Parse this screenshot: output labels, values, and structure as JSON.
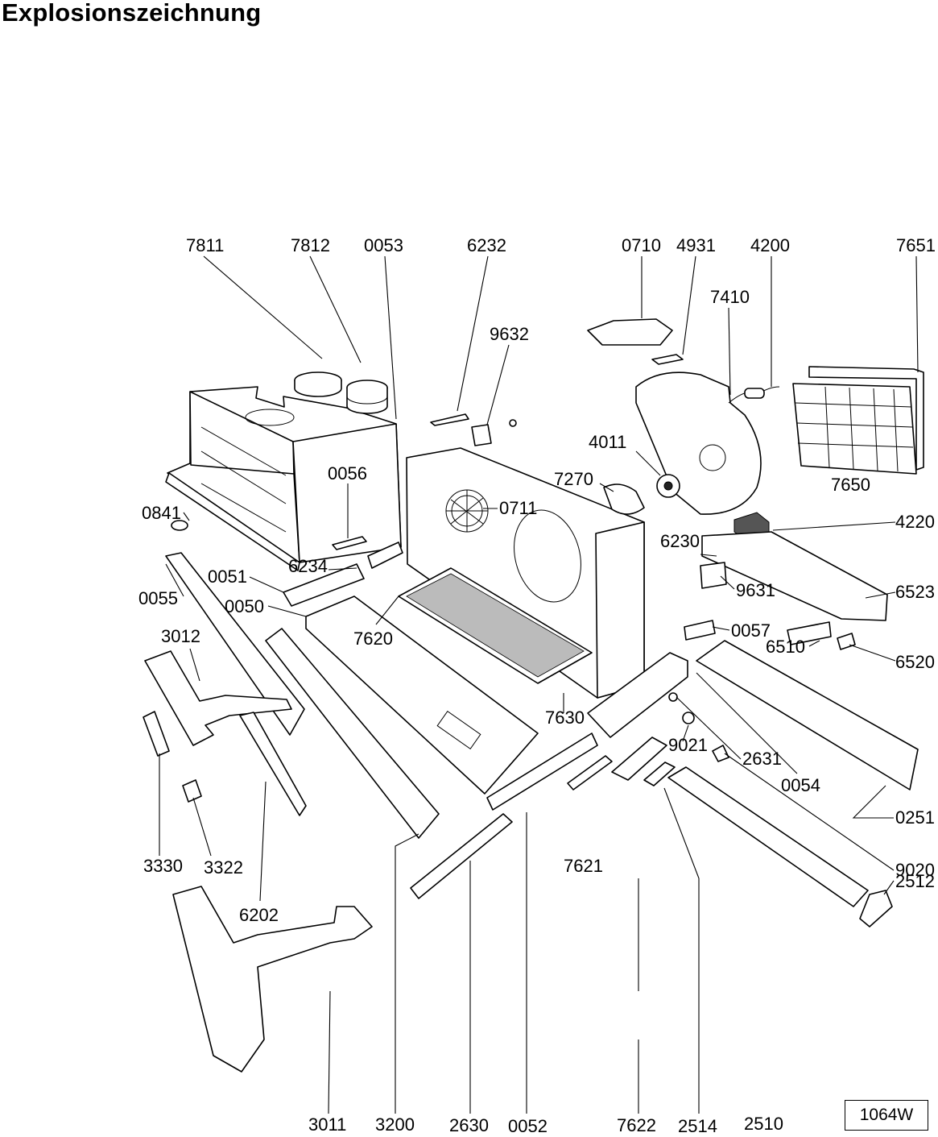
{
  "title": "Explosionszeichnung",
  "reference_code": "1064W",
  "part_labels": [
    "7811",
    "7812",
    "0053",
    "6232",
    "0710",
    "4931",
    "4200",
    "7651",
    "7410",
    "9632",
    "4011",
    "7270",
    "0711",
    "0056",
    "0841",
    "6234",
    "0051",
    "0055",
    "0050",
    "7620",
    "3012",
    "7650",
    "4220",
    "6230",
    "9631",
    "6523",
    "0057",
    "6510",
    "6520",
    "7630",
    "9021",
    "2631",
    "0054",
    "0251",
    "9020",
    "2512",
    "3330",
    "3322",
    "6202",
    "7621",
    "3011",
    "3200",
    "2630",
    "0052",
    "7622",
    "2514",
    "2510"
  ]
}
